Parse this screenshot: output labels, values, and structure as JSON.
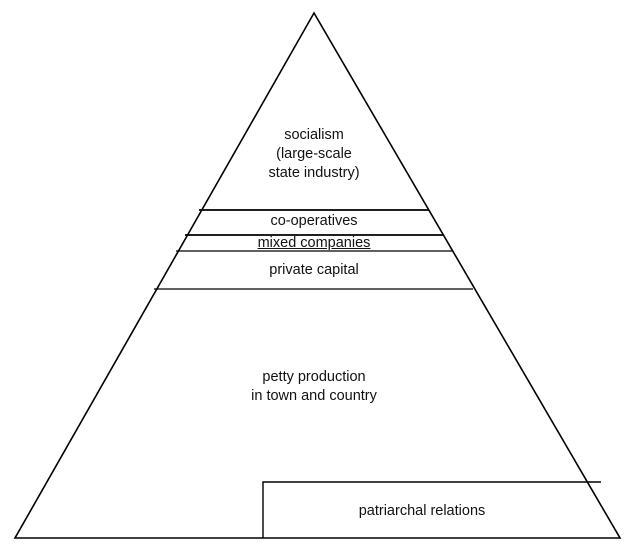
{
  "diagram": {
    "type": "pyramid",
    "layers": [
      {
        "id": "socialism",
        "lines": [
          "socialism",
          "(large-scale",
          "state industry)"
        ]
      },
      {
        "id": "co-operatives",
        "lines": [
          "co-operatives"
        ]
      },
      {
        "id": "mixed-companies",
        "lines": [
          "mixed companies"
        ]
      },
      {
        "id": "private-capital",
        "lines": [
          "private capital"
        ]
      },
      {
        "id": "petty-production",
        "lines": [
          "petty production",
          "in town and country"
        ]
      },
      {
        "id": "patriarchal-relations",
        "lines": [
          "patriarchal relations"
        ]
      }
    ],
    "colors": {
      "stroke": "#000000",
      "background": "#ffffff",
      "text": "#111111"
    }
  }
}
